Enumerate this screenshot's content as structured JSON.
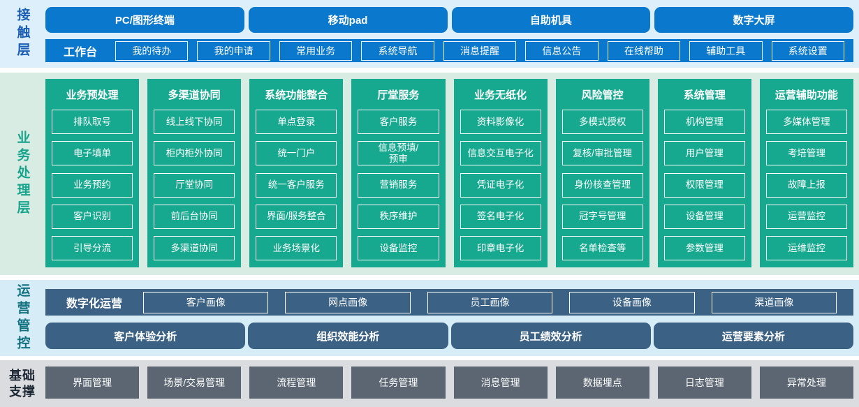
{
  "layers": {
    "contact": {
      "label": "接触层",
      "channels": [
        "PC/图形终端",
        "移动pad",
        "自助机具",
        "数字大屏"
      ],
      "workbench": {
        "label": "工作台",
        "items": [
          "我的待办",
          "我的申请",
          "常用业务",
          "系统导航",
          "消息提醒",
          "信息公告",
          "在线帮助",
          "辅助工具",
          "系统设置"
        ]
      }
    },
    "business": {
      "label": "业务处理层",
      "columns": [
        {
          "title": "业务预处理",
          "items": [
            "排队取号",
            "电子填单",
            "业务预约",
            "客户识别",
            "引导分流"
          ]
        },
        {
          "title": "多渠道协同",
          "items": [
            "线上线下协同",
            "柜内柜外协同",
            "厅堂协同",
            "前后台协同",
            "多渠道协同"
          ]
        },
        {
          "title": "系统功能整合",
          "items": [
            "单点登录",
            "统一门户",
            "统一客户服务",
            "界面/服务整合",
            "业务场景化"
          ]
        },
        {
          "title": "厅堂服务",
          "items": [
            "客户服务",
            "信息预填/\n预审",
            "营销服务",
            "秩序维护",
            "设备监控"
          ]
        },
        {
          "title": "业务无纸化",
          "items": [
            "资料影像化",
            "信息交互电子化",
            "凭证电子化",
            "签名电子化",
            "印章电子化"
          ]
        },
        {
          "title": "风险管控",
          "items": [
            "多模式授权",
            "复核/审批管理",
            "身份核查管理",
            "冠字号管理",
            "名单检查等"
          ]
        },
        {
          "title": "系统管理",
          "items": [
            "机构管理",
            "用户管理",
            "权限管理",
            "设备管理",
            "参数管理"
          ]
        },
        {
          "title": "运营辅助功能",
          "items": [
            "多媒体管理",
            "考培管理",
            "故障上报",
            "运营监控",
            "运维监控"
          ]
        }
      ]
    },
    "operations": {
      "label": "运营管控",
      "digital": {
        "label": "数字化运营",
        "items": [
          "客户画像",
          "网点画像",
          "员工画像",
          "设备画像",
          "渠道画像"
        ]
      },
      "analysis": [
        "客户体验分析",
        "组织效能分析",
        "员工绩效分析",
        "运营要素分析"
      ]
    },
    "foundation": {
      "label": "基础支撑",
      "items": [
        "界面管理",
        "场景/交易管理",
        "流程管理",
        "任务管理",
        "消息管理",
        "数据埋点",
        "日志管理",
        "异常处理"
      ]
    }
  },
  "colors": {
    "contact_bg": "#ddeffa",
    "business_bg": "#d9ece3",
    "operations_bg": "#d6edf8",
    "foundation_bg": "#dbdcdf",
    "primary_blue": "#0a78cc",
    "teal_green": "#17a98f",
    "slate_blue": "#3b6184",
    "gray_button": "#5b6672",
    "contact_label": "#1b5eb5",
    "business_label": "#17a48c",
    "operations_label": "#12717f",
    "foundation_label": "#1d2835"
  }
}
